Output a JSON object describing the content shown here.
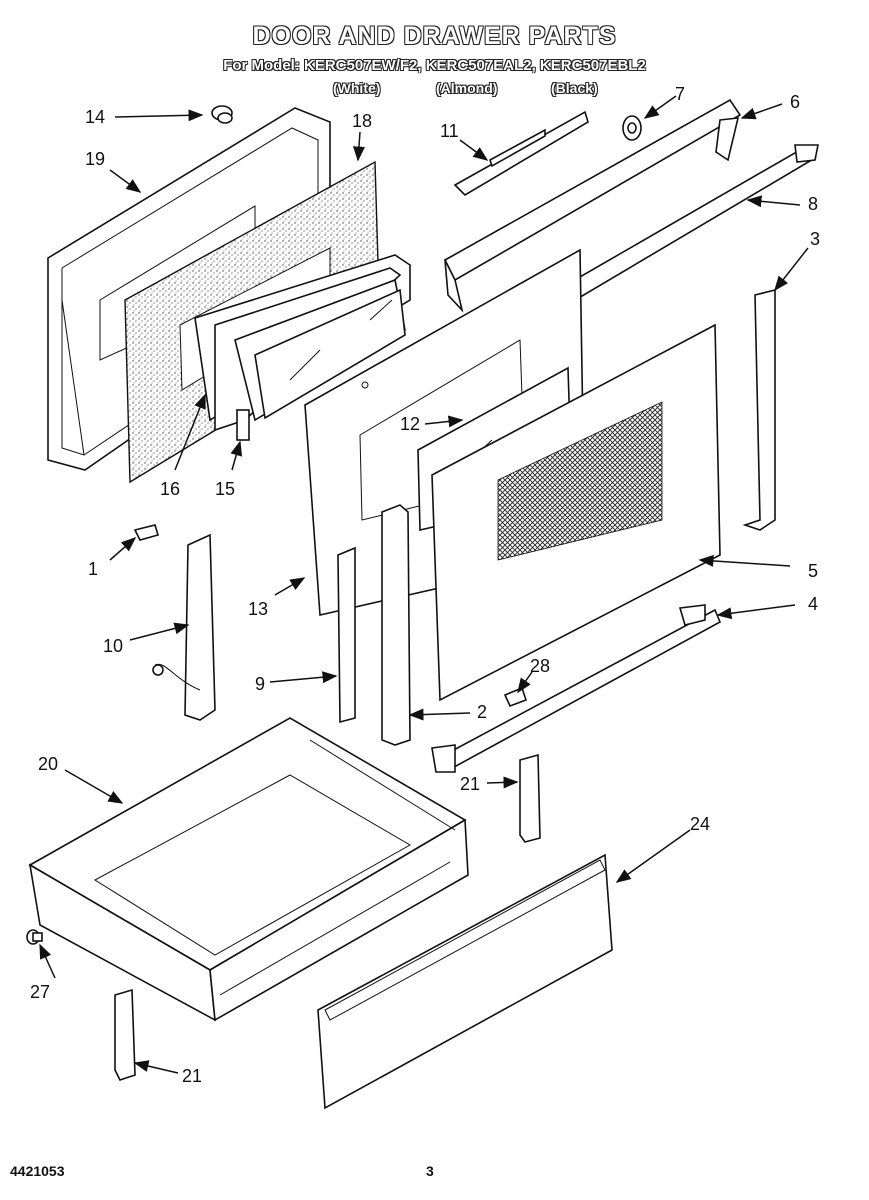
{
  "header": {
    "title": "DOOR AND DRAWER PARTS",
    "models": "For Model: KERC507EW/F2, KERC507EAL2, KERC507EBL2",
    "colors": [
      "(White)",
      "(Almond)",
      "(Black)"
    ]
  },
  "callouts": [
    "14",
    "19",
    "18",
    "11",
    "7",
    "6",
    "8",
    "3",
    "16",
    "15",
    "12",
    "1",
    "13",
    "10",
    "9",
    "5",
    "4",
    "28",
    "2",
    "20",
    "21",
    "24",
    "27",
    "21"
  ],
  "footer": {
    "doc_number": "4421053",
    "page": "3"
  }
}
